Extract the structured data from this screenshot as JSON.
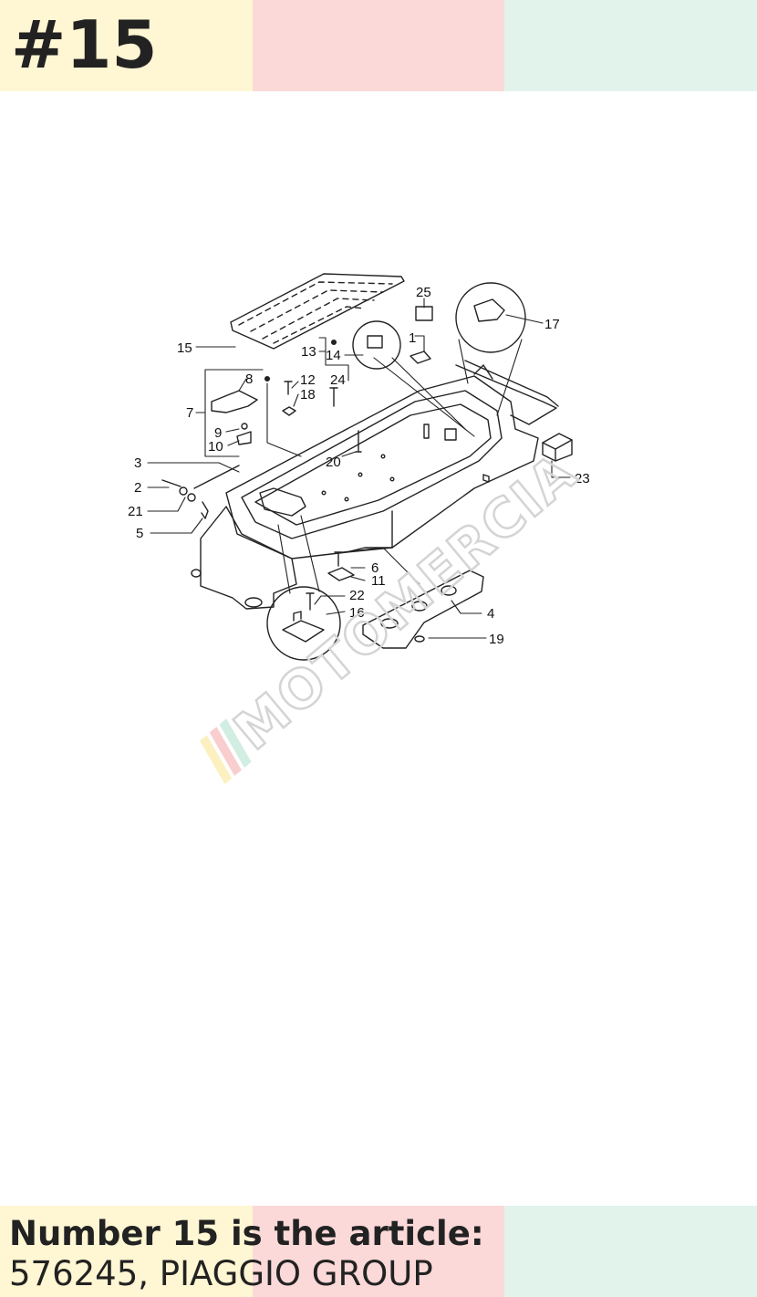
{
  "header": {
    "title": "#15",
    "band_colors": [
      "#fff6d3",
      "#fbd9d8",
      "#e2f3ec"
    ]
  },
  "diagram": {
    "callouts": [
      "1",
      "2",
      "3",
      "4",
      "5",
      "6",
      "7",
      "8",
      "9",
      "10",
      "11",
      "12",
      "13",
      "14",
      "15",
      "16",
      "17",
      "18",
      "19",
      "20",
      "21",
      "22",
      "23",
      "24",
      "25"
    ],
    "watermark": "MOTOMERCIA"
  },
  "footer": {
    "line1": "Number 15 is the article:",
    "line2": "576245, PIAGGIO GROUP"
  }
}
